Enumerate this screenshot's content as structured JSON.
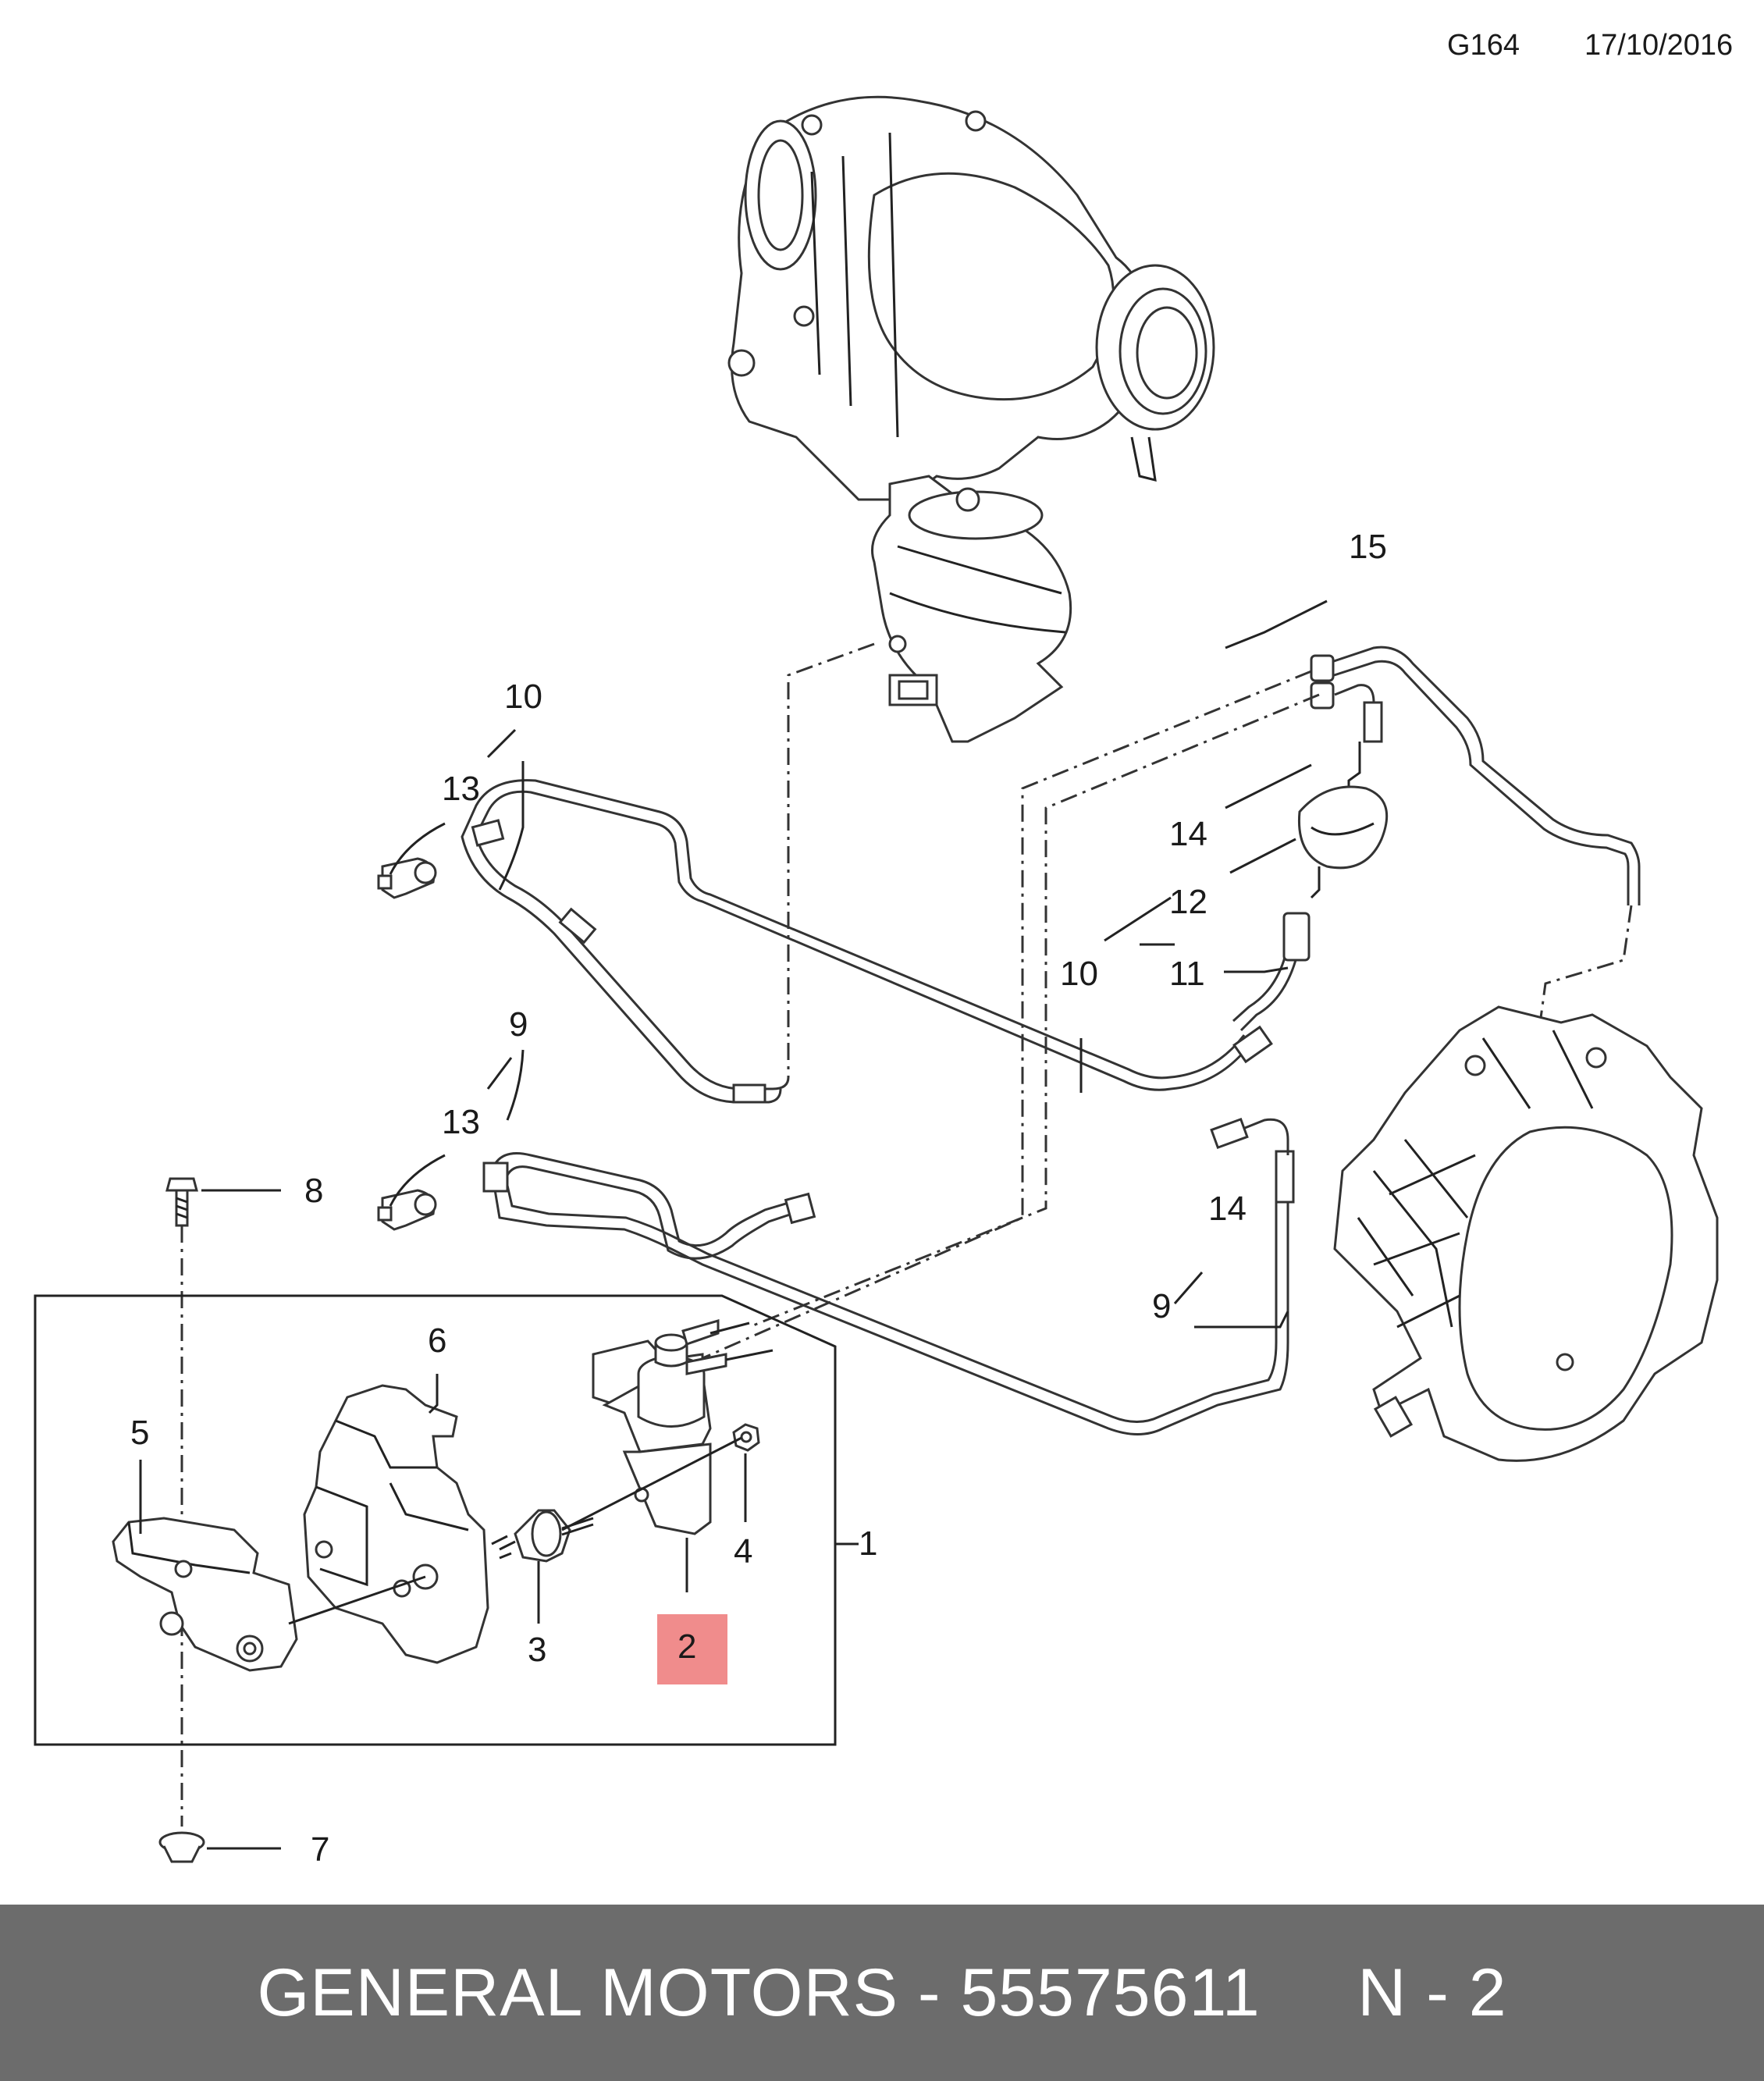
{
  "header": {
    "code": "G164",
    "date": "17/10/2016"
  },
  "labels": {
    "l1": "1",
    "l2": "2",
    "l3": "3",
    "l4": "4",
    "l5": "5",
    "l6": "6",
    "l7": "7",
    "l8": "8",
    "l9a": "9",
    "l9b": "9",
    "l10a": "10",
    "l10b": "10",
    "l11": "11",
    "l12": "12",
    "l13a": "13",
    "l13b": "13",
    "l14a": "14",
    "l14b": "14",
    "l15": "15"
  },
  "highlight": {
    "label": "2",
    "color": "#f08c8c"
  },
  "footer": {
    "brand": "GENERAL MOTORS",
    "separator": " - ",
    "part_number": "55575611",
    "gap": "     ",
    "page": "N - 2",
    "background": "#6c6c6c"
  }
}
